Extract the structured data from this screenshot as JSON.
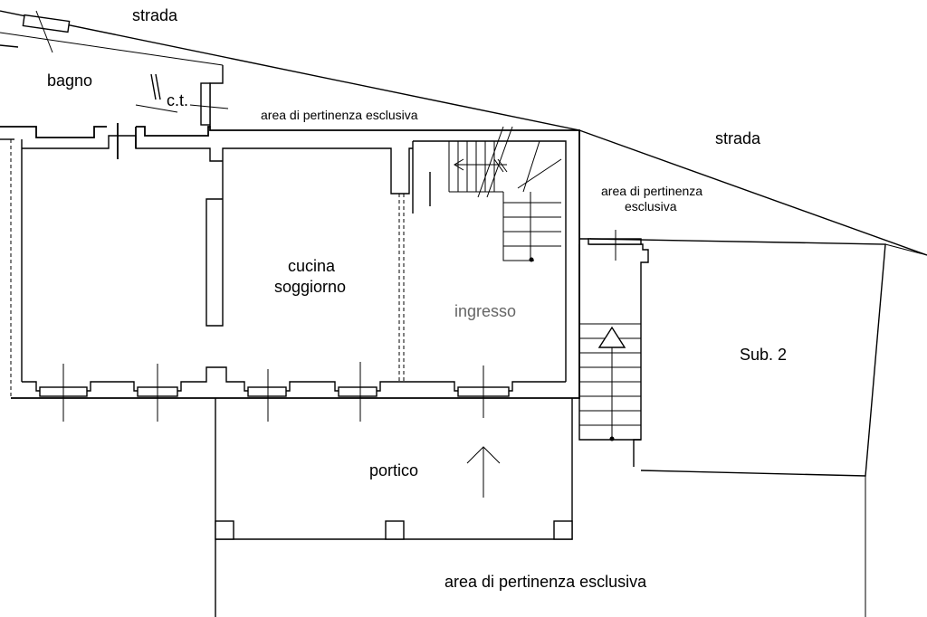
{
  "labels": {
    "strada_top": "strada",
    "strada_right": "strada",
    "bagno": "bagno",
    "ct": "c.t.",
    "area_top": "area di pertinenza esclusiva",
    "area_right_line1": "area di pertinenza",
    "area_right_line2": "esclusiva",
    "cucina": "cucina",
    "soggiorno": "soggiorno",
    "ingresso": "ingresso",
    "sub2": "Sub. 2",
    "portico": "portico",
    "area_bottom": "area di pertinenza esclusiva"
  },
  "colors": {
    "line": "#000000",
    "background": "#ffffff",
    "ingresso_text": "#666666"
  }
}
